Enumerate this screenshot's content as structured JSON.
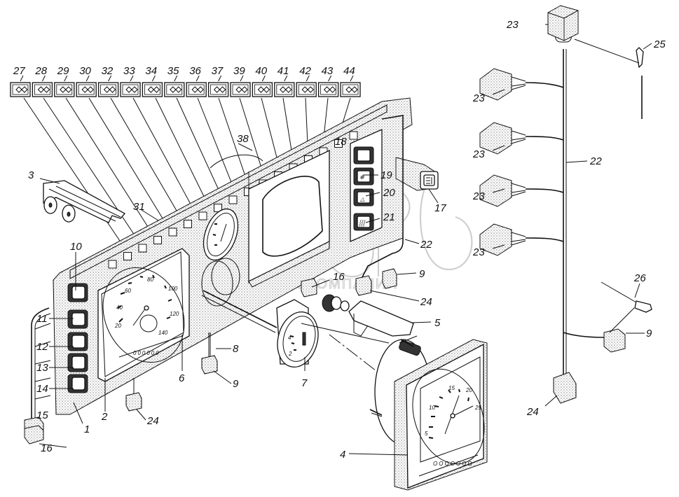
{
  "figure": {
    "type": "exploded-assembly-drawing",
    "subject": "instrument panel with indicator lamps, gauges, switches and wiring harness"
  },
  "watermark": {
    "logo_text": "белагро",
    "subtitle": "ГРУППА КОМПАНИЙ"
  },
  "indicator_strip": {
    "labels": [
      "27",
      "28",
      "29",
      "30",
      "32",
      "33",
      "34",
      "35",
      "36",
      "37",
      "39",
      "40",
      "41",
      "42",
      "43",
      "44"
    ]
  },
  "callouts": {
    "c1": "1",
    "c2": "2",
    "c3": "3",
    "c4": "4",
    "c5": "5",
    "c6": "6",
    "c7": "7",
    "c8": "8",
    "c9_a": "9",
    "c9_b": "9",
    "c9_c": "9",
    "c10": "10",
    "c11": "11",
    "c12": "12",
    "c13": "13",
    "c14": "14",
    "c15": "15",
    "c16_a": "16",
    "c16_b": "16",
    "c17": "17",
    "c18": "18",
    "c19": "19",
    "c20": "20",
    "c21": "21",
    "c22_a": "22",
    "c22_b": "22",
    "c23_a": "23",
    "c23_b": "23",
    "c23_c": "23",
    "c23_d": "23",
    "c23_e": "23",
    "c24_a": "24",
    "c24_b": "24",
    "c24_c": "24",
    "c25": "25",
    "c26": "26",
    "c31": "31",
    "c38": "38"
  },
  "speedometer": {
    "scale": [
      "20",
      "40",
      "60",
      "80",
      "100",
      "120",
      "140"
    ],
    "odometer": "000000"
  },
  "tachometer": {
    "scale": [
      "5",
      "10",
      "15",
      "20",
      "25"
    ]
  },
  "gauge7": {
    "scale": [
      "2",
      "4"
    ]
  }
}
